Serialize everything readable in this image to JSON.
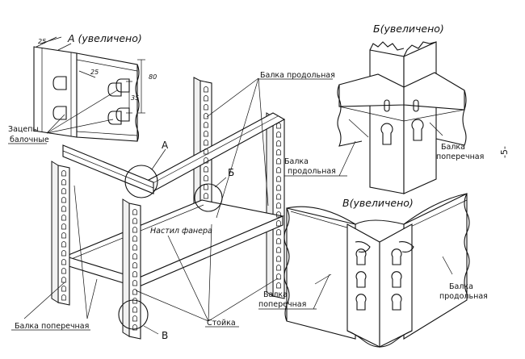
{
  "views": {
    "a": {
      "title": "А (увеличено)",
      "dim_25_top": "25",
      "dim_25_side": "25",
      "dim_35": "35",
      "dim_80": "80"
    },
    "b": {
      "title": "Б(увеличено)",
      "beam_long_line1": "Балка",
      "beam_long_line2": "продольная",
      "beam_cross_line1": "Балка",
      "beam_cross_line2": "поперечная"
    },
    "v": {
      "title": "В(увеличено)",
      "beam_cross_line1": "Балка",
      "beam_cross_line2": "поперечная",
      "beam_long_line1": "Балка",
      "beam_long_line2": "продольная"
    }
  },
  "main": {
    "zatsepy_line1": "Зацепы",
    "zatsepy_line2": "балочные",
    "beam_long": "Балка продольная",
    "nastil": "Настил фанера",
    "beam_cross": "Балка поперечная",
    "stoyka": "Стойка",
    "callout_a": "А",
    "callout_b": "Б",
    "callout_v": "В"
  },
  "page_number": "-5-"
}
